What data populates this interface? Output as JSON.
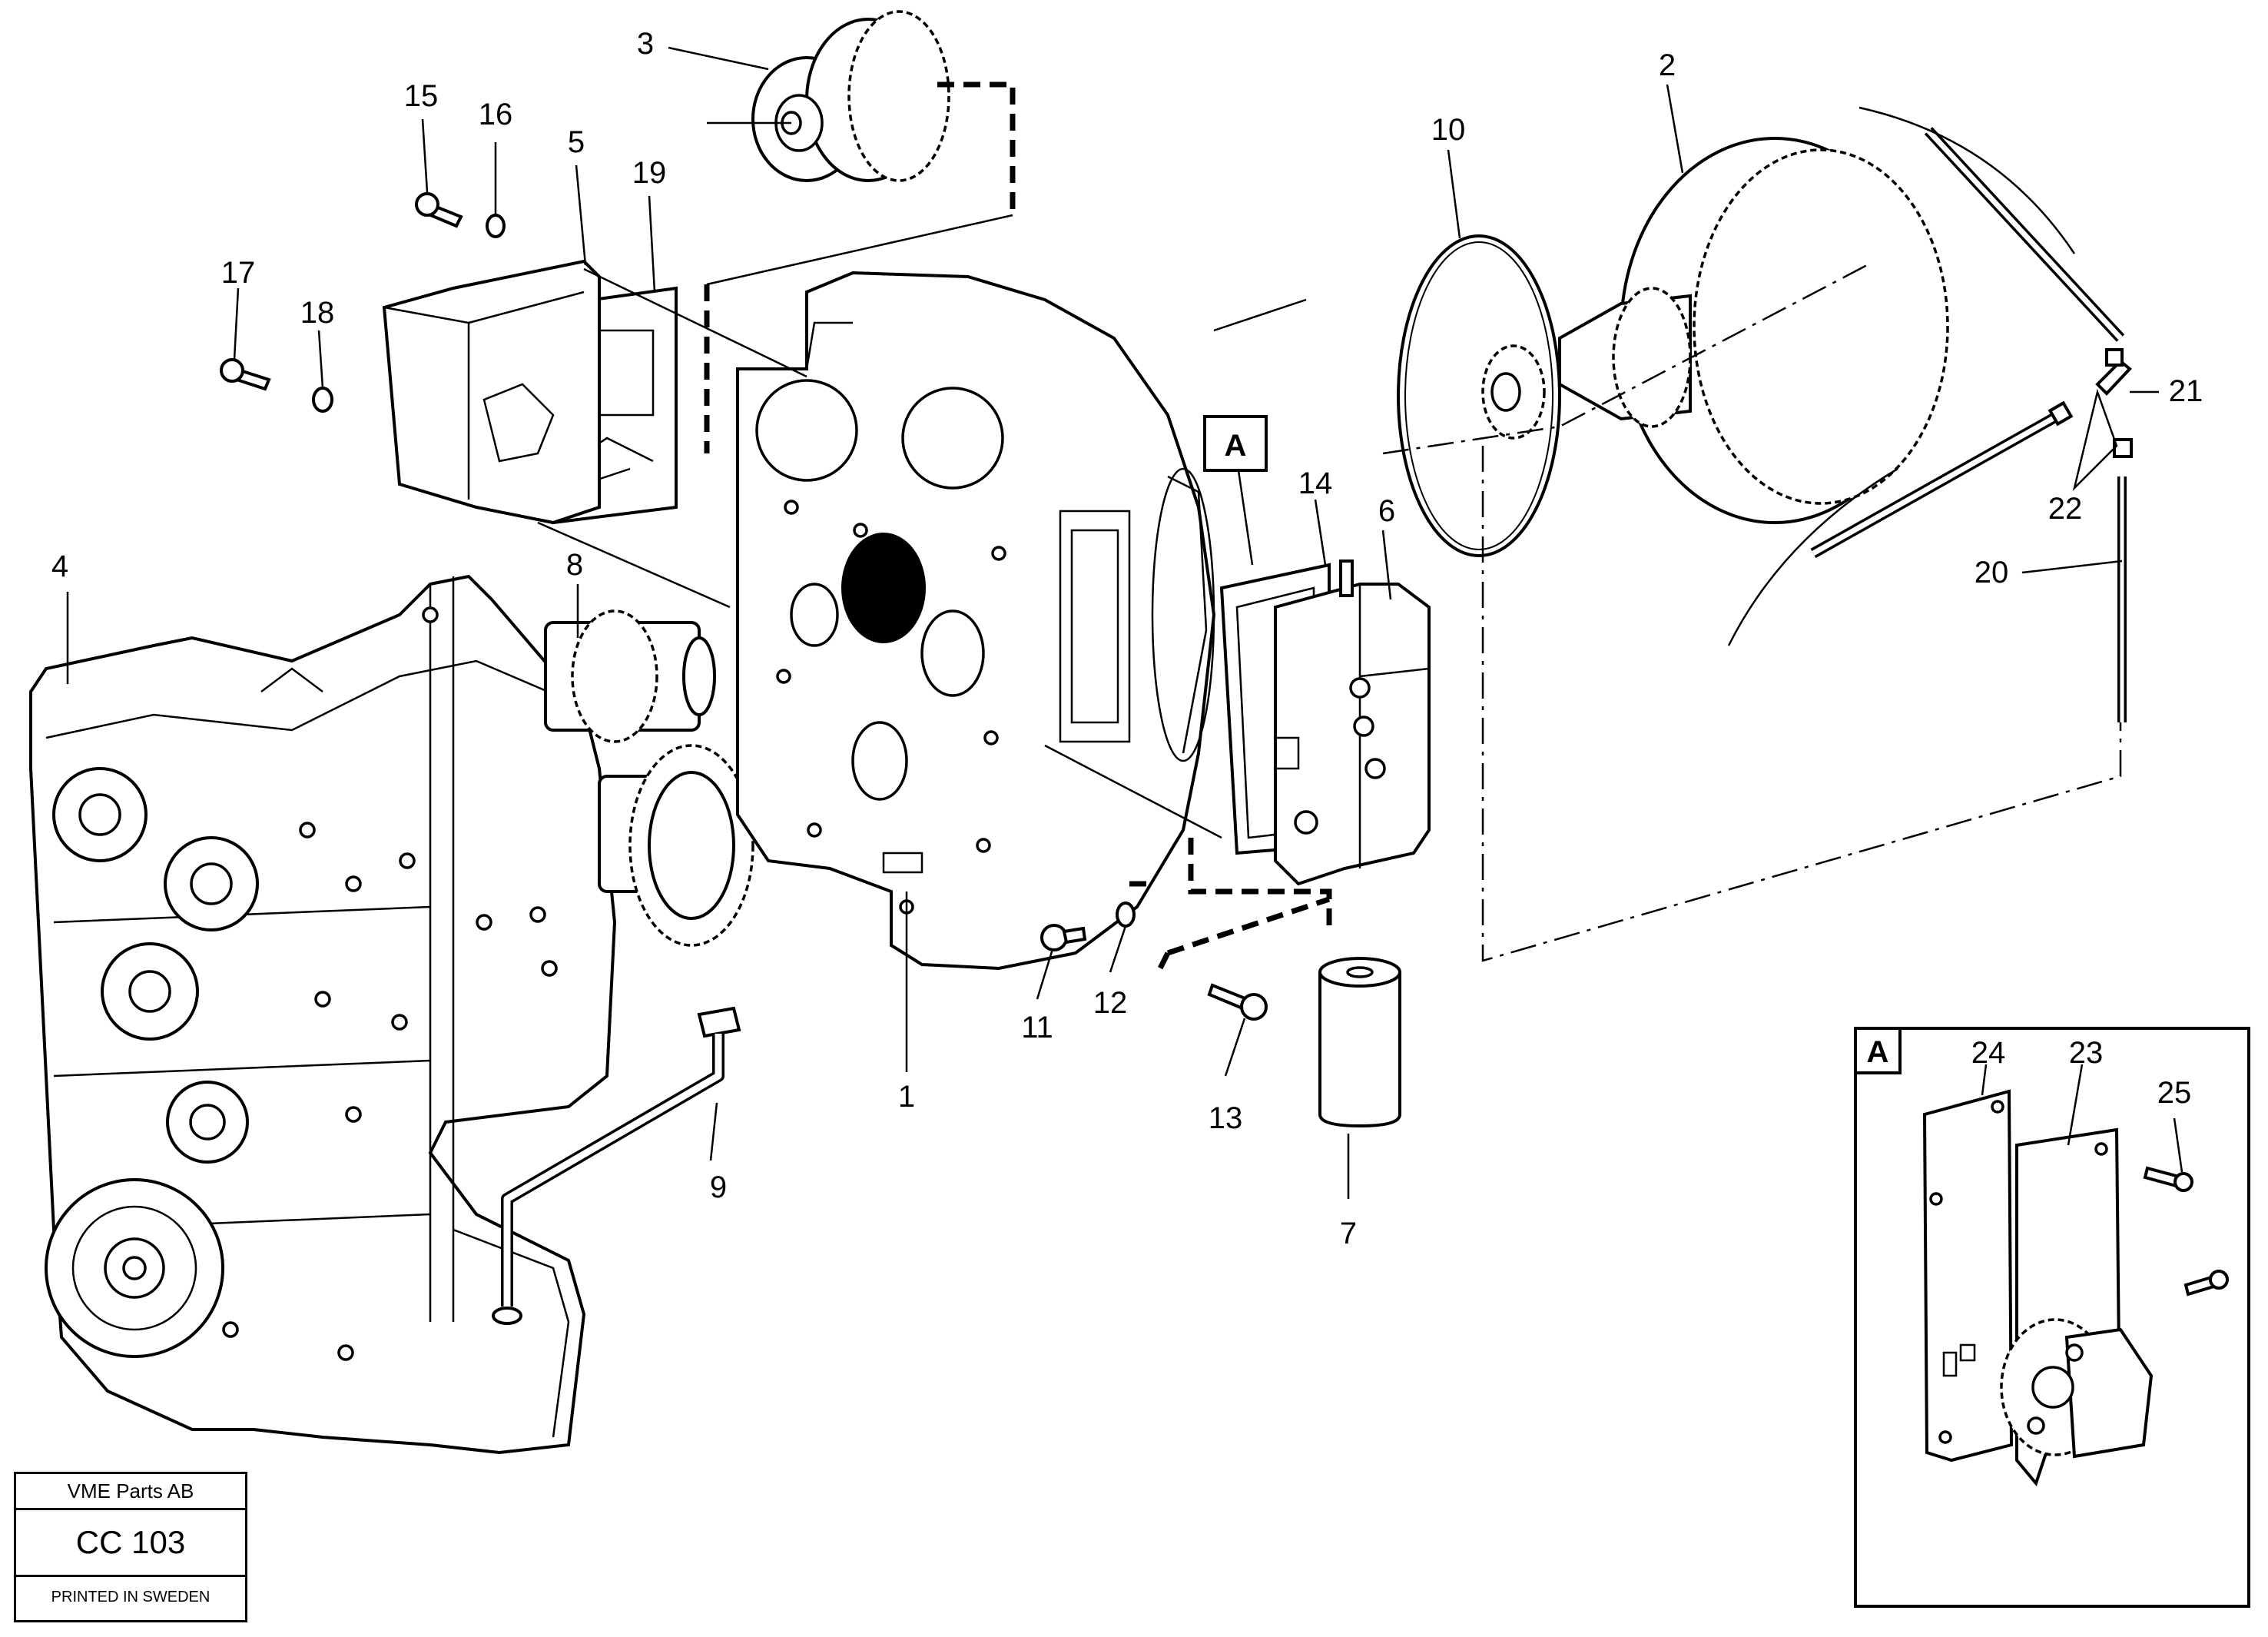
{
  "diagram": {
    "callouts": [
      "1",
      "2",
      "3",
      "4",
      "5",
      "6",
      "7",
      "8",
      "9",
      "10",
      "11",
      "12",
      "13",
      "14",
      "15",
      "16",
      "17",
      "18",
      "19",
      "20",
      "21",
      "22",
      "23",
      "24",
      "25"
    ],
    "view_marker": "A",
    "detail_marker": "A"
  },
  "stamp": {
    "company": "VME Parts AB",
    "code": "CC 103",
    "printed": "PRINTED IN SWEDEN"
  }
}
